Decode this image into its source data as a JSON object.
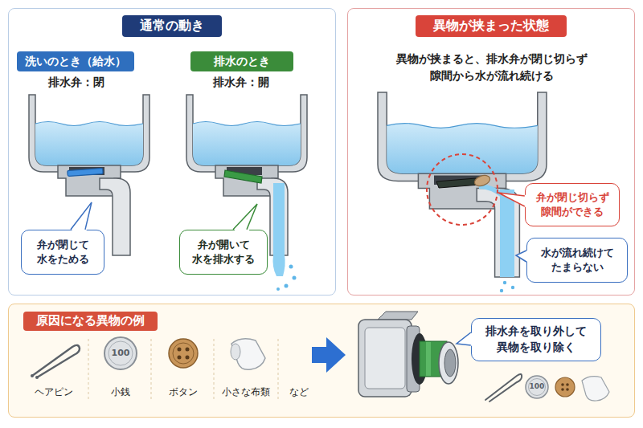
{
  "diagram": {
    "nodes": [
      {
        "text": [
          "通常の動き"
        ]
      },
      {
        "text": [
          "洗いのとき（給水）"
        ],
        "in": 0
      },
      {
        "text": [
          "弁が閉じて 水をためる"
        ],
        "in": 0
      },
      {
        "text": [
          "排水のとき"
        ],
        "in": 0
      },
      {
        "text": [
          "弁が開いて 水を排水する"
        ],
        "in": 0
      },
      {
        "text": [
          "異物が挟まった状態",
          "異物が挟まると、排水弁が閉じ切らず 隙間から水が流れ続ける"
        ]
      },
      {
        "text": [
          "弁が閉じ切らず 隙間ができる"
        ],
        "in": 5
      },
      {
        "text": [
          "水が流れ続けて たまらない"
        ],
        "in": 5
      },
      {
        "text": [
          "原因になる異物の例"
        ]
      },
      {
        "text": [
          "排水弁を取り外して 異物を取り除く"
        ],
        "in": 8
      }
    ],
    "labels": [
      "排水弁：閉",
      "排水弁：開",
      "ヘアピン",
      "100",
      "小銭",
      "ボタン",
      "小さな布類",
      "など",
      "100"
    ]
  }
}
